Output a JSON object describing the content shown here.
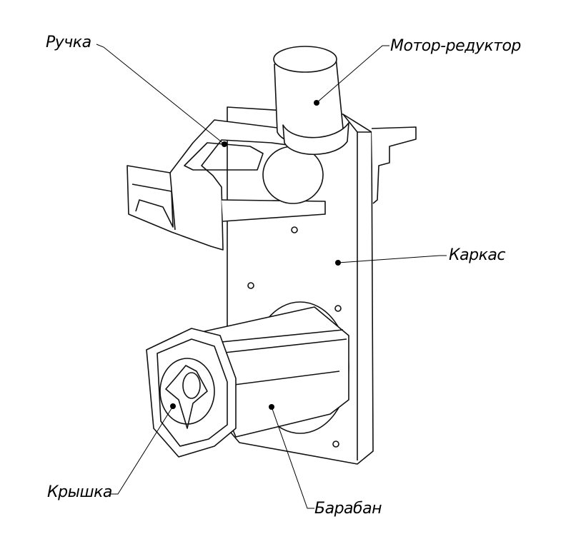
{
  "labels": {
    "handle": "Ручка",
    "motor": "Мотор-редуктор",
    "frame": "Каркас",
    "cover": "Крышка",
    "drum": "Барабан"
  },
  "colors": {
    "line": "#111111",
    "background": "#ffffff"
  }
}
